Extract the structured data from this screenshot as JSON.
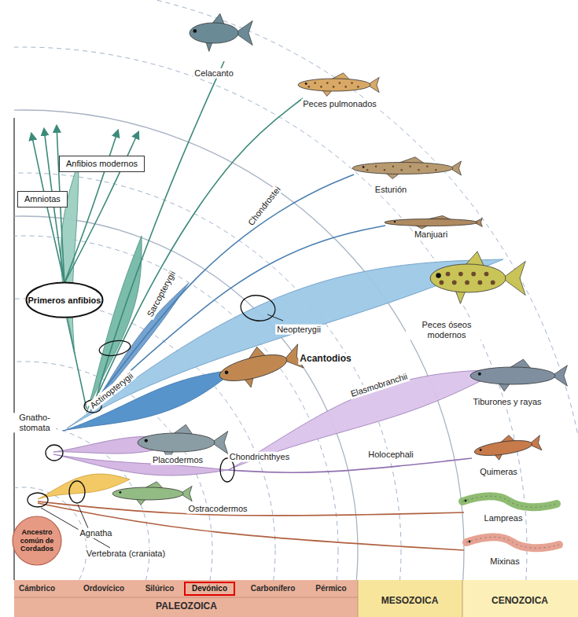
{
  "diagram": {
    "nodes": [
      {
        "text": [
          "Anfibios modernos"
        ]
      },
      {
        "text": [
          "Amniotas"
        ]
      },
      {
        "text": [
          "Primeros anfibios"
        ]
      },
      {
        "text": [
          "Ancestro común de Cordados"
        ]
      },
      {
        "text": [
          "Devónico"
        ]
      }
    ],
    "labels": [
      "Celacanto",
      "Peces pulmonados",
      "Esturión",
      "Manjuari",
      "Chondrostei",
      "Sarcopterygii",
      "Neopterygii",
      "Peces óseos modernos",
      "Acantodios",
      "Actinopterygii",
      "Elasmobranchii",
      "Tiburones y rayas",
      "Placodermos",
      "Chondrichthyes",
      "Holocephali",
      "Quimeras",
      "Ostracodermos",
      "Lampreas",
      "Mixinas",
      "Agnatha",
      "Vertebrata (craniata)",
      "Gnatho- stomata",
      "Cámbrico",
      "Ordovícico",
      "Silúrico",
      "Carbonífero",
      "Pérmico",
      "PALEOZOICA",
      "MESOZOICA",
      "CENOZOICA"
    ]
  }
}
